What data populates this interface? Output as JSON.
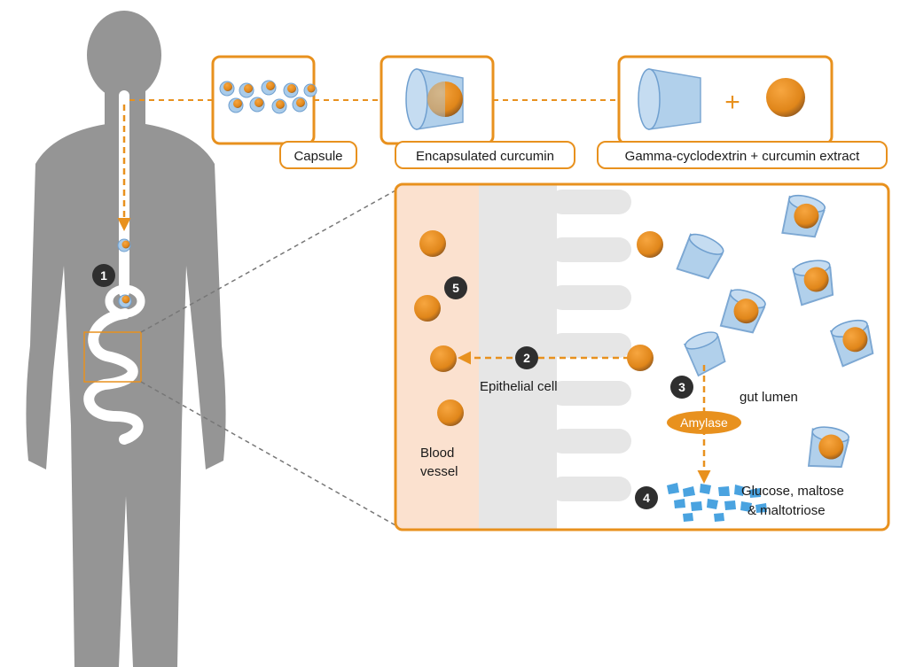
{
  "colors": {
    "accent": "#e8911e",
    "body": "#959595",
    "cyclodextrin": "#a9cbe9",
    "cyclodextrin_stroke": "#6f9fcf",
    "blood_vessel": "#fbe1cf",
    "epithelium": "#e6e6e6",
    "sugar": "#4aa3e0",
    "step_badge": "#2f2f2f"
  },
  "top_panels": {
    "capsule_label": "Capsule",
    "encapsulated_label": "Encapsulated curcumin",
    "components_label": "Gamma-cyclodextrin + curcumin extract",
    "plus_sign": "+"
  },
  "intestine_panel": {
    "blood_vessel_label_line1": "Blood",
    "blood_vessel_label_line2": "vessel",
    "epithelial_label": "Epithelial cell",
    "lumen_label": "gut lumen",
    "enzyme_label": "Amylase",
    "products_line1": "Glucose, maltose",
    "products_line2": "& maltotriose"
  },
  "steps": [
    "1",
    "2",
    "3",
    "4",
    "5"
  ]
}
